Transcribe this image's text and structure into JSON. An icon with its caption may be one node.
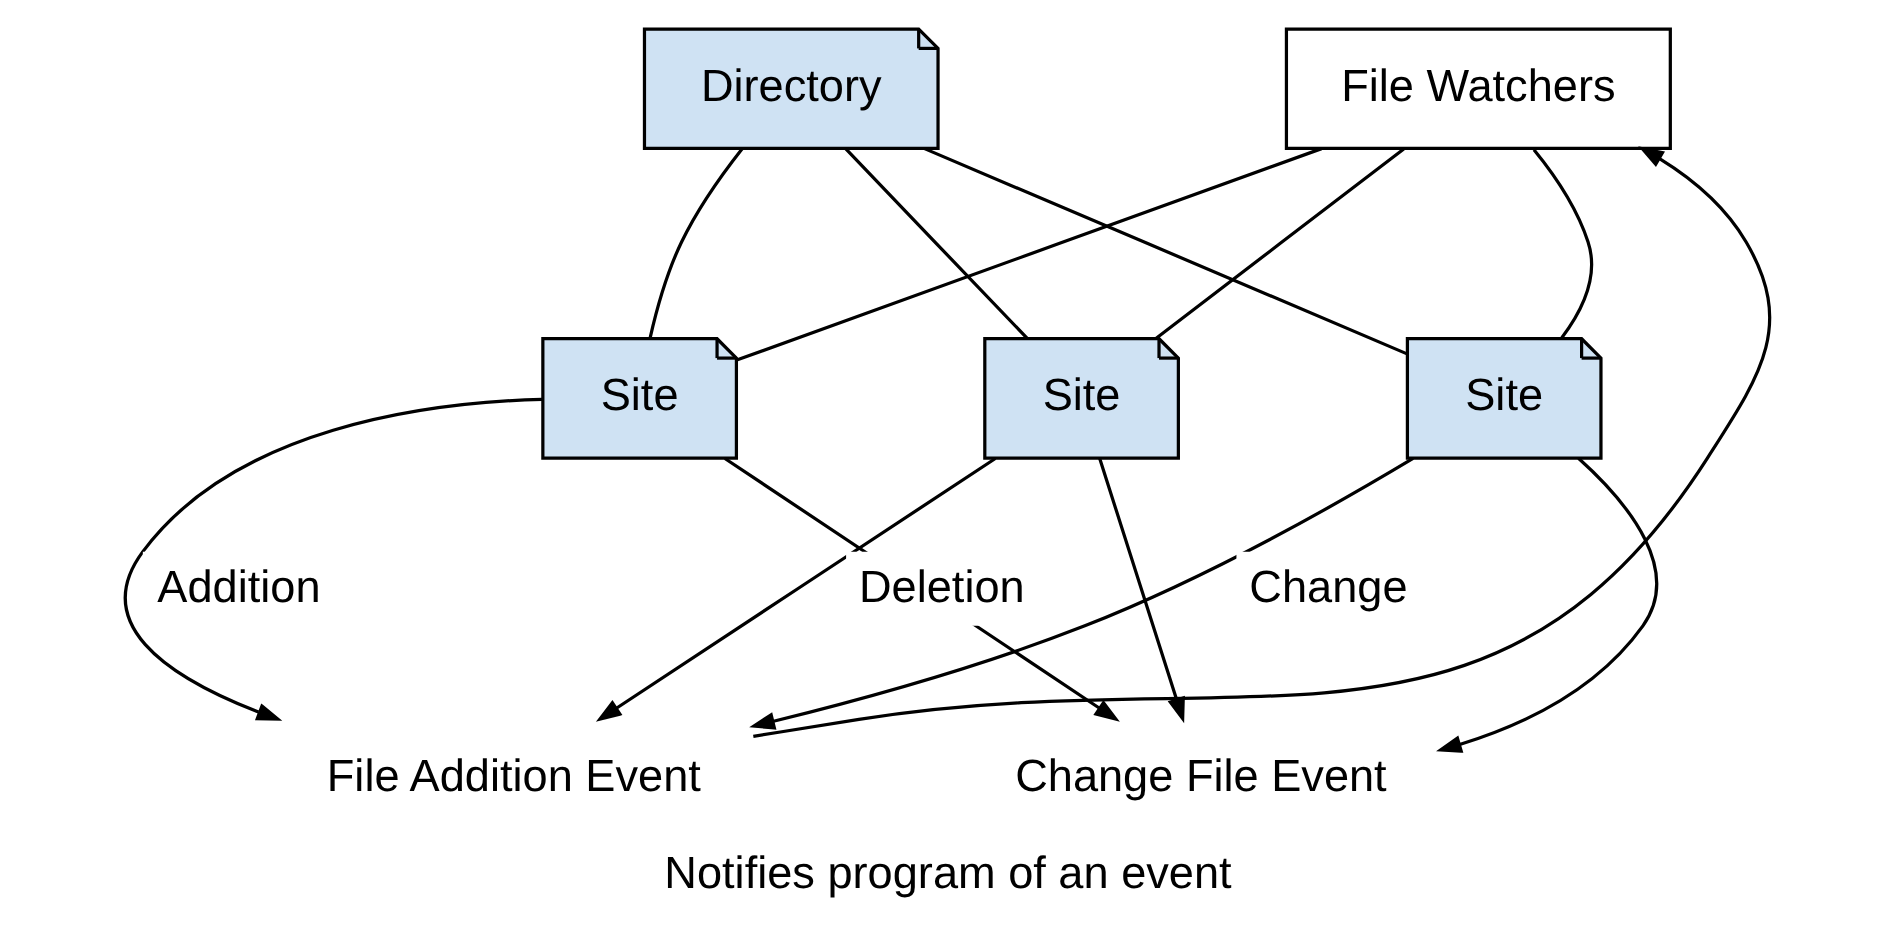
{
  "diagram": {
    "caption": "Notifies program of an event",
    "nodes": [
      {
        "text": [
          "File Watchers"
        ]
      },
      {
        "text": [
          "Directory"
        ]
      },
      {
        "text": [
          "Site"
        ]
      },
      {
        "text": [
          "Site"
        ]
      },
      {
        "text": [
          "Site"
        ]
      },
      {
        "text": [
          "Change File Event"
        ]
      },
      {
        "text": [
          "File Addition Event"
        ]
      }
    ],
    "edges": [
      {
        "from": 0,
        "to": 2,
        "arrow": "none"
      },
      {
        "from": 0,
        "to": 3,
        "arrow": "none"
      },
      {
        "from": 0,
        "to": 4,
        "arrow": "none"
      },
      {
        "from": 1,
        "to": 2,
        "arrow": "none"
      },
      {
        "from": 1,
        "to": 3,
        "arrow": "none"
      },
      {
        "from": 1,
        "to": 4,
        "arrow": "none"
      },
      {
        "from": 2,
        "to": 6,
        "arrow": "to",
        "label": "Change"
      },
      {
        "from": 3,
        "to": 6,
        "arrow": "to",
        "label": "Addition"
      },
      {
        "from": 4,
        "to": 6,
        "arrow": "to",
        "label": "Deletion"
      },
      {
        "from": 2,
        "to": 5,
        "arrow": "to"
      },
      {
        "from": 3,
        "to": 5,
        "arrow": "to"
      },
      {
        "from": 4,
        "to": 5,
        "arrow": "to"
      },
      {
        "from": 6,
        "to": 0,
        "arrow": "to"
      }
    ]
  }
}
